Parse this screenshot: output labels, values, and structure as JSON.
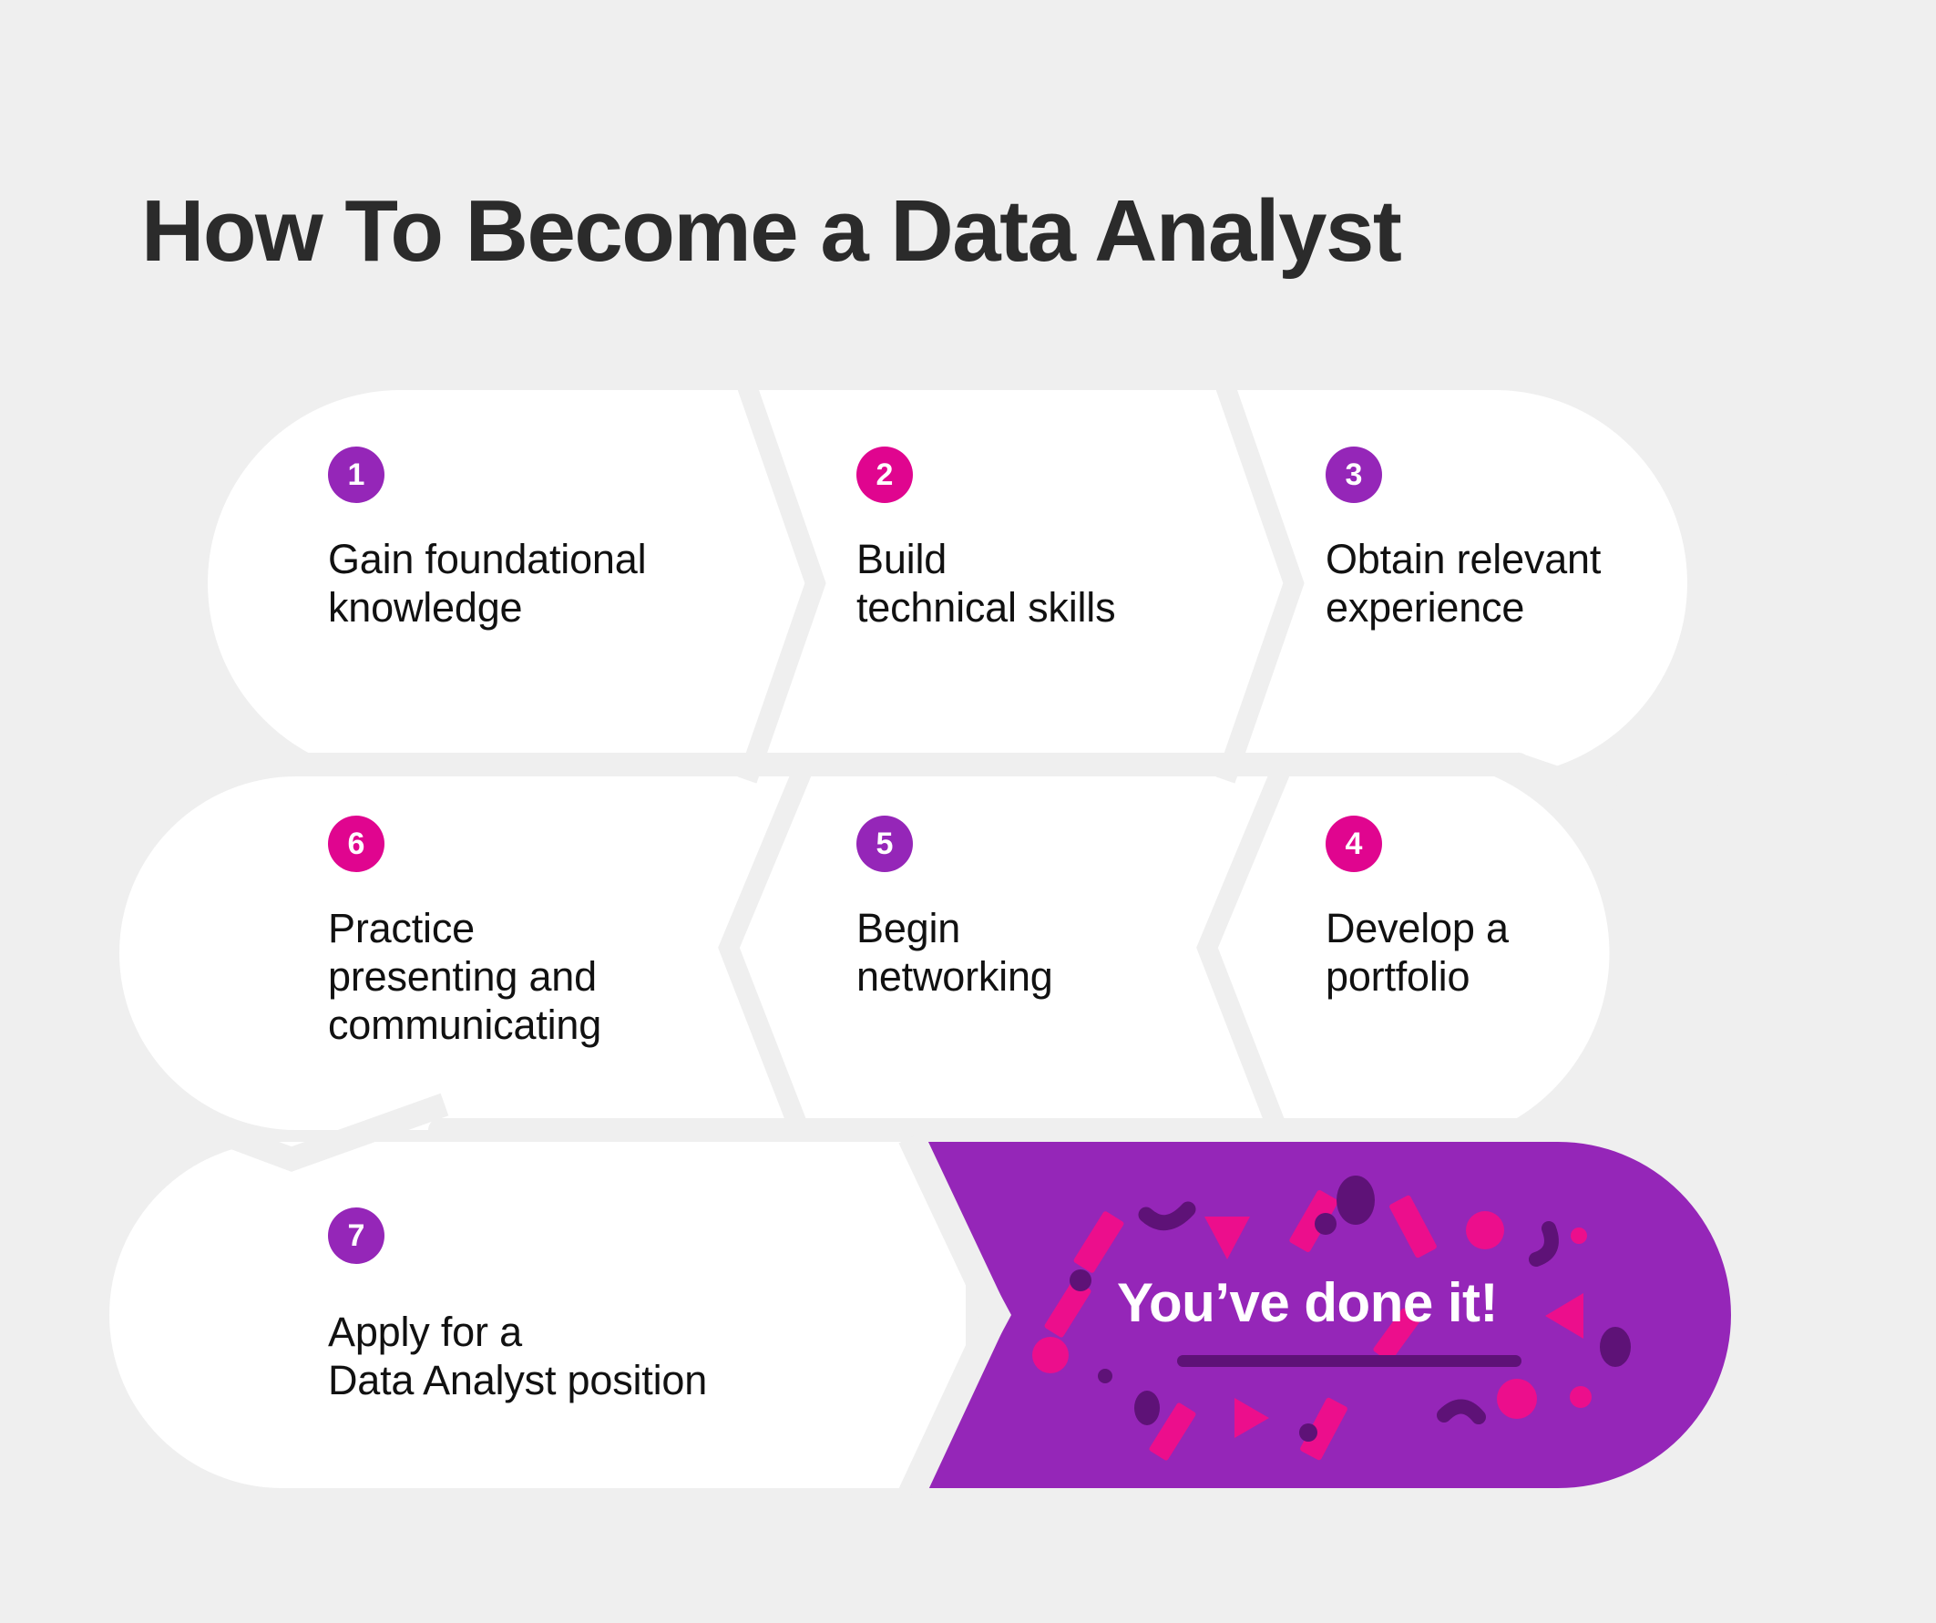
{
  "title": "How To Become a Data Analyst",
  "colors": {
    "background": "#efefef",
    "card": "#ffffff",
    "divider": "#ececec",
    "purple": "#9526b8",
    "pink": "#e0058f",
    "dark_purple": "#5e1277",
    "title_text": "#2b2b2b",
    "step_text": "#111111",
    "celebration_text": "#ffffff"
  },
  "steps": [
    {
      "number": "1",
      "label": "Gain foundational\nknowledge",
      "badge_color": "#9526b8",
      "row": 1
    },
    {
      "number": "2",
      "label": "Build\ntechnical skills",
      "badge_color": "#e0058f",
      "row": 1
    },
    {
      "number": "3",
      "label": "Obtain relevant\nexperience",
      "badge_color": "#9526b8",
      "row": 1
    },
    {
      "number": "4",
      "label": "Develop a\nportfolio",
      "badge_color": "#e0058f",
      "row": 2
    },
    {
      "number": "5",
      "label": "Begin\nnetworking",
      "badge_color": "#9526b8",
      "row": 2
    },
    {
      "number": "6",
      "label": "Practice\npresenting and\ncommunicating",
      "badge_color": "#e0058f",
      "row": 2
    },
    {
      "number": "7",
      "label": "Apply for a\nData Analyst position",
      "badge_color": "#9526b8",
      "row": 3
    }
  ],
  "celebration": {
    "text": "You’ve done it!",
    "panel_color": "#9526b8",
    "underline_color": "#5e1277",
    "confetti_pink": "#ec0e8c",
    "confetti_purple": "#5e1277"
  }
}
